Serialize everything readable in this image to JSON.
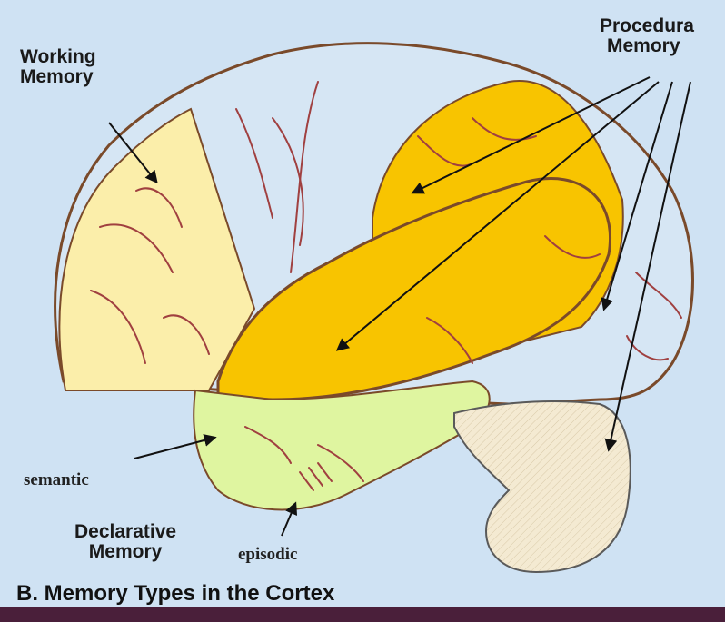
{
  "labels": {
    "working": [
      "Working",
      "Memory"
    ],
    "procedural": [
      "Procedura",
      "Memory"
    ],
    "semantic": "semantic",
    "declarative": [
      "Declarative",
      "Memory"
    ],
    "episodic": "episodic",
    "caption": "B. Memory Types in the Cortex"
  },
  "colors": {
    "background": "#cfe2f3",
    "working": "#fbeeaa",
    "procedural": "#f8c400",
    "declarative": "#dff5a0",
    "cerebellum": "#f4ead2",
    "outline": "#7a4a2a",
    "sulci": "#a04040",
    "bottom_bar": "#4a1f3a"
  }
}
